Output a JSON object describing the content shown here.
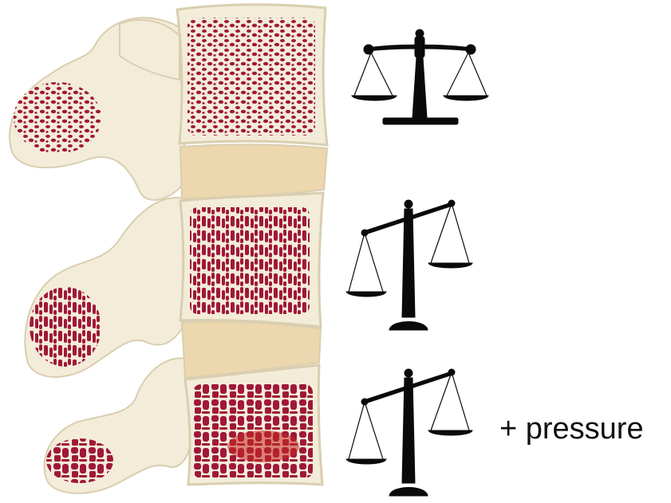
{
  "colors": {
    "background": "#ffffff",
    "bone": "#f3ecd9",
    "bone_shadow": "#d9ceb0",
    "disc": "#ecd7ae",
    "marrow": "#a01838",
    "scale": "#0a0a0a"
  },
  "panels": [
    {
      "vertebra": "healthy",
      "scale_state": "balanced",
      "icon": "balanced-scale-icon"
    },
    {
      "vertebra": "porous",
      "scale_state": "tipped",
      "icon": "tipped-scale-icon"
    },
    {
      "vertebra": "collapsed",
      "scale_state": "tipped",
      "icon": "tipped-scale-icon"
    }
  ],
  "annotation": {
    "text": "+ pressure"
  }
}
